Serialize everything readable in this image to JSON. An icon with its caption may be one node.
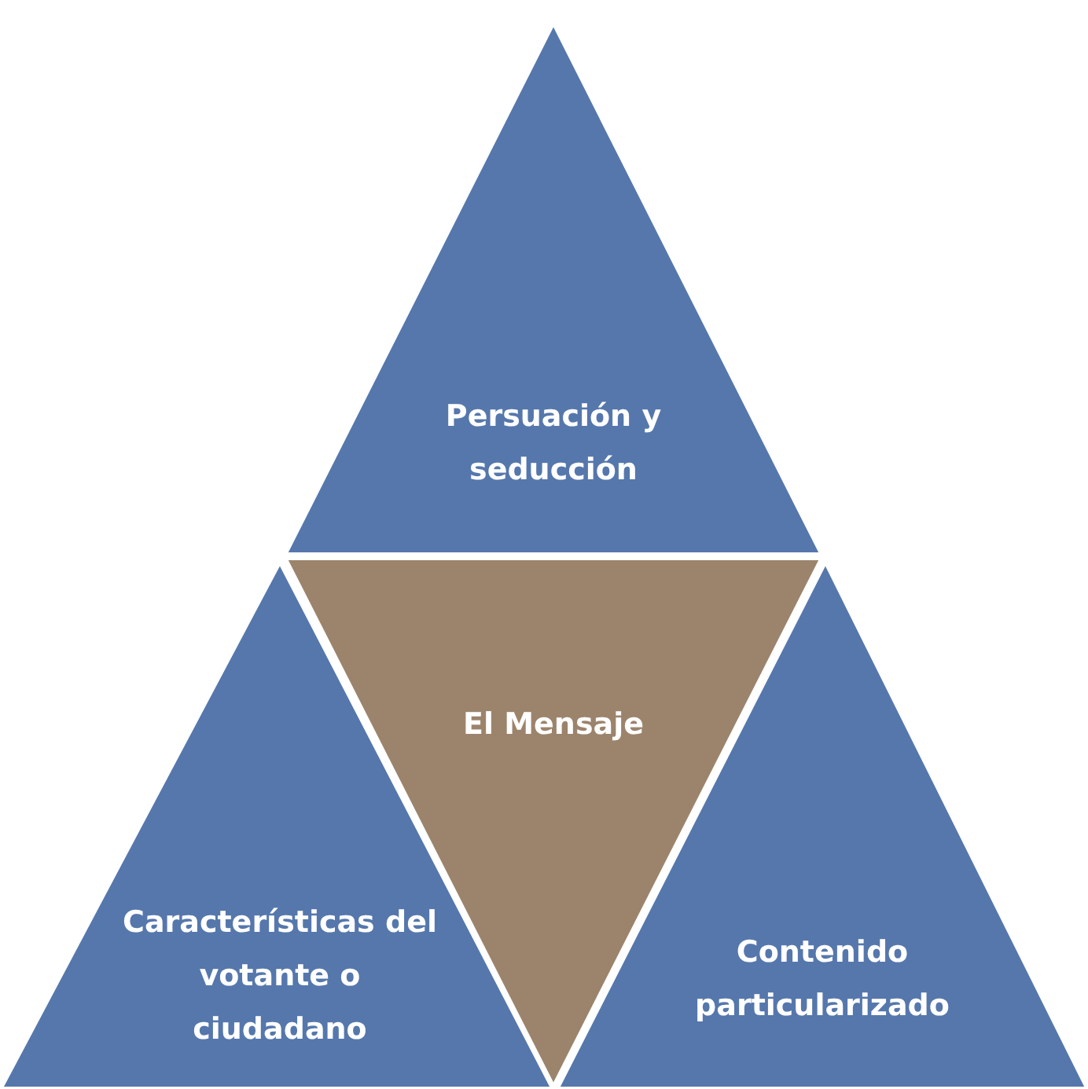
{
  "diagram": {
    "nodes": [
      {
        "text": [
          "Persuación y seducción"
        ]
      },
      {
        "text": [
          "El Mensaje"
        ]
      },
      {
        "text": [
          "Características del votante o ciudadano"
        ]
      },
      {
        "text": [
          "Contenido particularizado"
        ]
      }
    ]
  }
}
